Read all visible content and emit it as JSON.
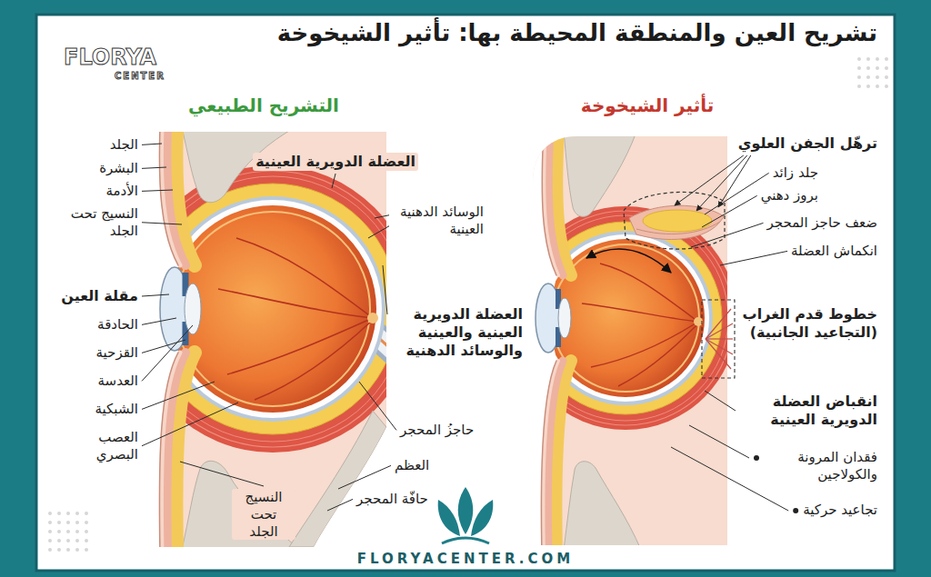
{
  "diagram": {
    "title": "تشريح العين والمنطقة المحيطة بها: تأثير الشيخوخة",
    "labels": [
      "FLORYA",
      "CENTER",
      "التشريح الطبيعي",
      "تأثير الشيخوخة",
      "الجلد",
      "البشرة",
      "الأدمة",
      "النسيج تحت الجلد",
      "العضلة الدويرية العينية",
      "الوسائد الدهنية العينية",
      "مقلة العين",
      "الحادقة",
      "القزحية",
      "العدسة",
      "الشبكية",
      "العصب البصري",
      "العضلة الدويرية العينية والعينية والوسائد الدهنية",
      "حاجزُ المحجر",
      "العظم",
      "حافّة المحجر",
      "النسيج تحت الجلد",
      "ترهّل الجفن العلوي",
      "جلد زائد",
      "بروز دهني",
      "ضعف حاجز المحجر",
      "انكماش العضلة",
      "خطوط قدم الغراب (التجاعيد الجانبية)",
      "انقباض العضلة الدويرية العينية",
      "فقدان المرونة والكولاجين",
      "تجاعيد حركية",
      "FLORYACENTER.COM"
    ]
  }
}
